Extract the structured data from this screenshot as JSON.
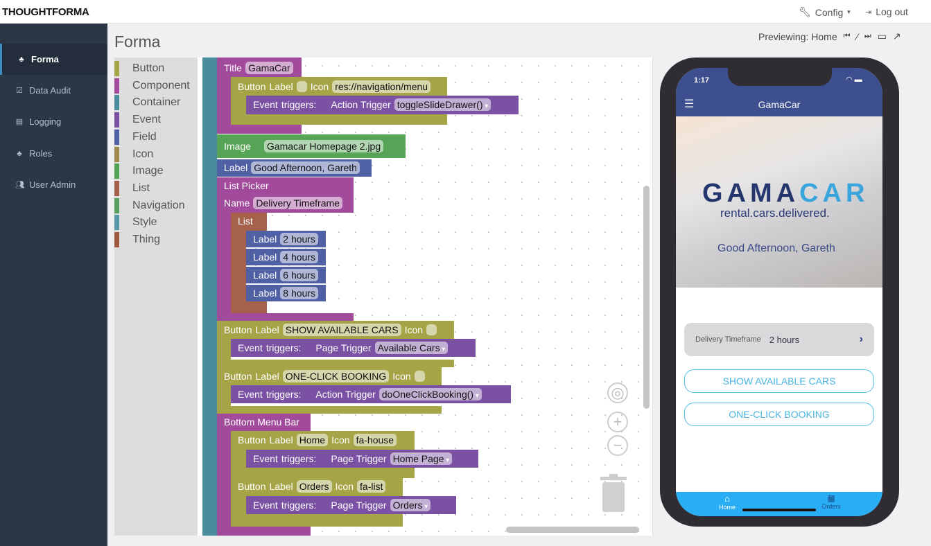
{
  "header": {
    "logo": "THOUGHTFORMA",
    "config": "Config",
    "logout": "Log out"
  },
  "sidebar": {
    "items": [
      {
        "label": "Forma",
        "icon": "sitemap-icon"
      },
      {
        "label": "Data Audit",
        "icon": "check-square-icon"
      },
      {
        "label": "Logging",
        "icon": "terminal-icon"
      },
      {
        "label": "Roles",
        "icon": "sitemap-icon"
      },
      {
        "label": "User Admin",
        "icon": "users-icon"
      }
    ]
  },
  "main": {
    "title": "Forma",
    "previewing": "Previewing: Home"
  },
  "toolbox": {
    "categories": [
      {
        "label": "Button",
        "color": "#a5a447"
      },
      {
        "label": "Component",
        "color": "#a24b9c"
      },
      {
        "label": "Container",
        "color": "#4a8b9d"
      },
      {
        "label": "Event",
        "color": "#7b52a3"
      },
      {
        "label": "Field",
        "color": "#5060a4"
      },
      {
        "label": "Icon",
        "color": "#a08a50"
      },
      {
        "label": "Image",
        "color": "#56a456"
      },
      {
        "label": "List",
        "color": "#a5614b"
      },
      {
        "label": "Navigation",
        "color": "#5aa060"
      },
      {
        "label": "Style",
        "color": "#5a9aa8"
      },
      {
        "label": "Thing",
        "color": "#a05a40"
      }
    ]
  },
  "blocks": {
    "title": {
      "kw": "Title",
      "value": "GamaCar"
    },
    "btn1": {
      "kw": "Button",
      "label_kw": "Label",
      "icon_kw": "Icon",
      "icon": "res://navigation/menu"
    },
    "ev1": {
      "kw": "Event",
      "trig": "triggers:",
      "action": "Action Trigger",
      "value": "toggleSlideDrawer()"
    },
    "image": {
      "kw": "Image",
      "value": "Gamacar Homepage 2.jpg"
    },
    "label": {
      "kw": "Label",
      "value": "Good Afternoon, Gareth"
    },
    "picker": {
      "kw": "List Picker",
      "name_kw": "Name",
      "name": "Delivery Timeframe",
      "list_kw": "List",
      "label_kw": "Label",
      "items": [
        "2 hours",
        "4 hours",
        "6 hours",
        "8 hours"
      ]
    },
    "btn2": {
      "kw": "Button",
      "label_kw": "Label",
      "label": "SHOW AVAILABLE CARS",
      "icon_kw": "Icon"
    },
    "ev2": {
      "kw": "Event",
      "trig": "triggers:",
      "action": "Page Trigger",
      "value": "Available Cars"
    },
    "btn3": {
      "kw": "Button",
      "label_kw": "Label",
      "label": "ONE-CLICK BOOKING",
      "icon_kw": "Icon"
    },
    "ev3": {
      "kw": "Event",
      "trig": "triggers:",
      "action": "Action Trigger",
      "value": "doOneClickBooking()"
    },
    "menu": {
      "kw": "Bottom Menu Bar"
    },
    "btn4": {
      "kw": "Button",
      "label_kw": "Label",
      "label": "Home",
      "icon_kw": "Icon",
      "icon": "fa-house"
    },
    "ev4": {
      "kw": "Event",
      "trig": "triggers:",
      "action": "Page Trigger",
      "value": "Home Page"
    },
    "btn5": {
      "kw": "Button",
      "label_kw": "Label",
      "label": "Orders",
      "icon_kw": "Icon",
      "icon": "fa-list"
    },
    "ev5": {
      "kw": "Event",
      "trig": "triggers:",
      "action": "Page Trigger",
      "value": "Orders"
    }
  },
  "phone": {
    "time": "1:17",
    "title": "GamaCar",
    "logo_a": "GAMA",
    "logo_b": "CAR",
    "tagline": "rental.cars.delivered.",
    "greeting": "Good Afternoon, Gareth",
    "picker_label": "Delivery Timeframe",
    "picker_value": "2 hours",
    "btn1": "SHOW AVAILABLE CARS",
    "btn2": "ONE-CLICK BOOKING",
    "tabs": [
      {
        "label": "Home",
        "icon": "house-icon"
      },
      {
        "label": "Orders",
        "icon": "list-icon"
      }
    ],
    "accent": "#29aef5",
    "brand": "#3d4f8e"
  }
}
